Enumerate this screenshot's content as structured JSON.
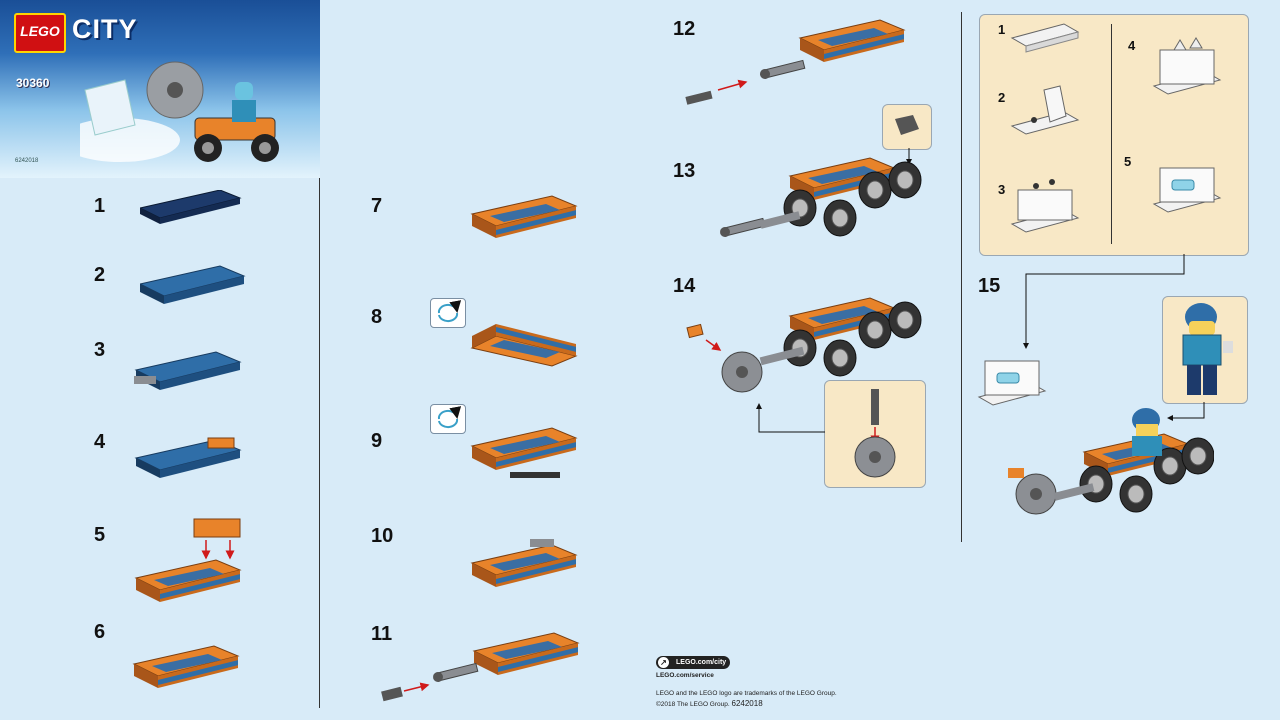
{
  "brand": {
    "logo": "LEGO",
    "theme": "CITY",
    "set_number": "30360",
    "small_code": "6242018"
  },
  "steps": {
    "s1": "1",
    "s2": "2",
    "s3": "3",
    "s4": "4",
    "s5": "5",
    "s6": "6",
    "s7": "7",
    "s8": "8",
    "s9": "9",
    "s10": "10",
    "s11": "11",
    "s12": "12",
    "s13": "13",
    "s14": "14",
    "s15": "15"
  },
  "sub_steps": {
    "a": "1",
    "b": "2",
    "c": "3",
    "d": "4",
    "e": "5"
  },
  "icons": {
    "rotate": "rotate-model-icon",
    "link": "arrow-link-icon"
  },
  "footer": {
    "link_label": "LEGO.com/city",
    "service": "LEGO.com/service",
    "trademark": "LEGO and the LEGO logo are trademarks of the LEGO Group.",
    "copyright": "©2018 The LEGO Group.",
    "code": "6242018"
  },
  "colors": {
    "background": "#d8ebf8",
    "orange": "#e8832a",
    "dark_blue": "#1d3a6b",
    "medium_blue": "#2f6ea8",
    "callout": "#f8e8c6",
    "red_arrow": "#d01a1a"
  }
}
